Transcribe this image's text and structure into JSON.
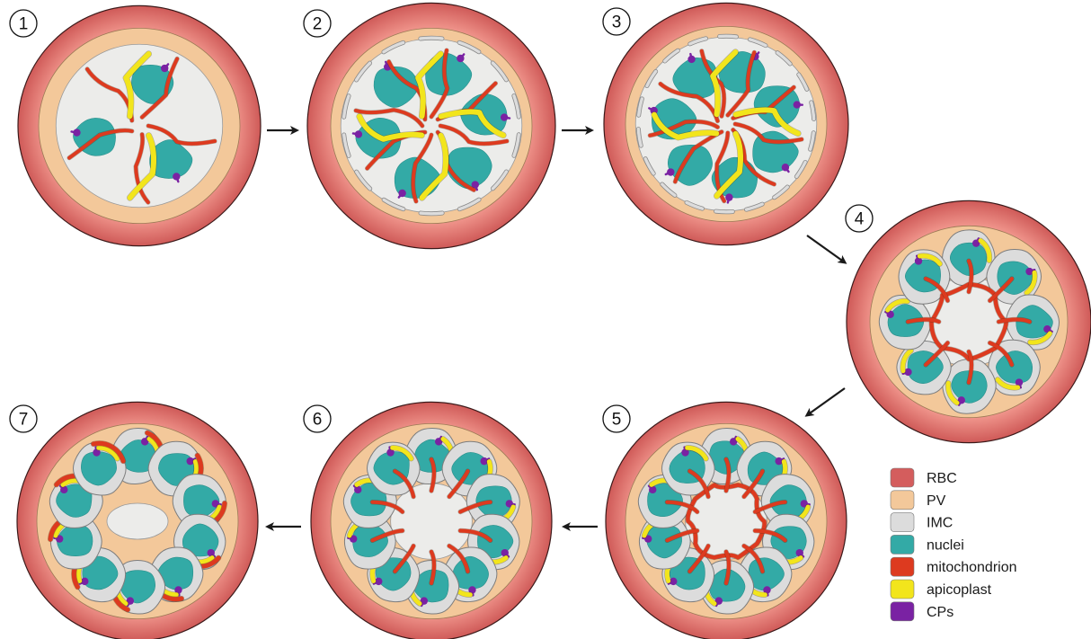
{
  "stages": [
    {
      "number": "1",
      "mito": "network",
      "apicoplast": "network",
      "nuclei": 3,
      "imc": "none"
    },
    {
      "number": "2",
      "mito": "network",
      "apicoplast": "network",
      "nuclei": 6,
      "imc": "fragments"
    },
    {
      "number": "3",
      "mito": "network",
      "apicoplast": "network",
      "nuclei": 7,
      "imc": "fragments"
    },
    {
      "number": "4",
      "mito": "network",
      "apicoplast": "segments",
      "nuclei": 8,
      "imc": "buds"
    },
    {
      "number": "5",
      "mito": "ring",
      "apicoplast": "segments",
      "nuclei": 10,
      "imc": "buds"
    },
    {
      "number": "6",
      "mito": "spokes",
      "apicoplast": "segments",
      "nuclei": 10,
      "imc": "buds"
    },
    {
      "number": "7",
      "mito": "segments",
      "apicoplast": "segments",
      "nuclei": 10,
      "imc": "merozoites"
    }
  ],
  "legend": [
    {
      "label": "RBC",
      "color": "#d45d5d"
    },
    {
      "label": "PV",
      "color": "#f3c89a"
    },
    {
      "label": "IMC",
      "color": "#dcdcdc"
    },
    {
      "label": "nuclei",
      "color": "#33aaa6"
    },
    {
      "label": "mitochondrion",
      "color": "#dd3a1f"
    },
    {
      "label": "apicoplast",
      "color": "#f2e51c"
    },
    {
      "label": "CPs",
      "color": "#7a22a3"
    }
  ],
  "colors": {
    "rbc": "#d45d5d",
    "rbc_light": "#ee8f87",
    "pv": "#f3c89a",
    "cyto": "#ececea",
    "imc": "#dcdcdc",
    "nucleus": "#33aaa6",
    "mito": "#dd3a1f",
    "apicoplast": "#f2e51c",
    "cp": "#7a22a3",
    "arrow": "#1a1a1a"
  }
}
